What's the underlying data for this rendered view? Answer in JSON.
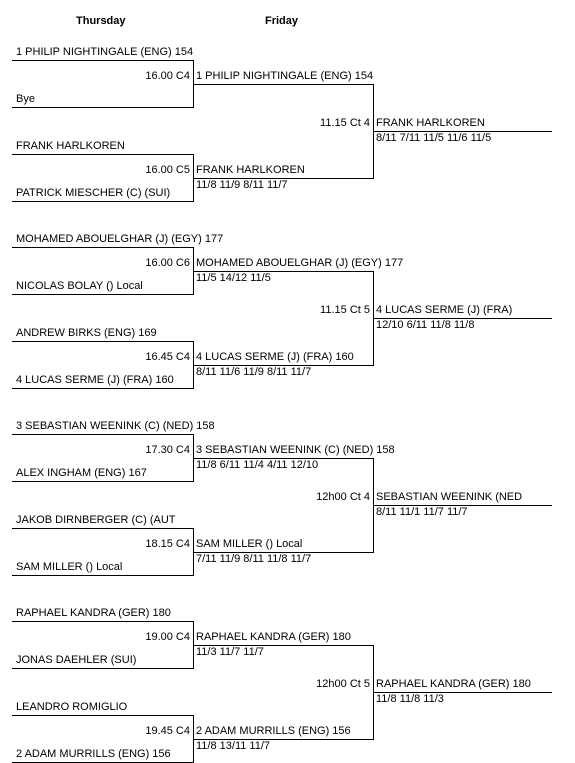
{
  "headers": {
    "day1": "Thursday",
    "day2": "Friday"
  },
  "round1": [
    {
      "top": "1 PHILIP NIGHTINGALE (ENG) 154",
      "bottom": "Bye",
      "time": "16.00 C4",
      "winner": "1 PHILIP NIGHTINGALE (ENG) 154",
      "score": ""
    },
    {
      "top": "FRANK HARLKOREN",
      "bottom": "PATRICK MIESCHER (C) (SUI)",
      "time": "16.00 C5",
      "winner": "FRANK HARLKOREN",
      "score": "11/8 11/9 8/11 11/7"
    },
    {
      "top": "MOHAMED ABOUELGHAR (J) (EGY) 177",
      "bottom": "NICOLAS BOLAY () Local",
      "time": "16.00 C6",
      "winner": "MOHAMED ABOUELGHAR (J) (EGY) 177",
      "score": "11/5 14/12 11/5"
    },
    {
      "top": "ANDREW BIRKS (ENG) 169",
      "bottom": "4 LUCAS SERME (J) (FRA) 160",
      "time": "16.45 C4",
      "winner": "4 LUCAS SERME (J) (FRA) 160",
      "score": "8/11 11/6 11/9 8/11 11/7"
    },
    {
      "top": "3 SEBASTIAN WEENINK (C) (NED) 158",
      "bottom": "ALEX INGHAM (ENG) 167",
      "time": "17.30 C4",
      "winner": "3 SEBASTIAN WEENINK (C) (NED) 158",
      "score": "11/8 6/11 11/4 4/11 12/10"
    },
    {
      "top": "JAKOB DIRNBERGER (C) (AUT",
      "bottom": "SAM MILLER () Local",
      "time": "18.15 C4",
      "winner": "SAM MILLER () Local",
      "score": "7/11 11/9 8/11 11/8 11/7"
    },
    {
      "top": "RAPHAEL KANDRA (GER) 180",
      "bottom": "JONAS DAEHLER (SUI)",
      "time": "19.00 C4",
      "winner": "RAPHAEL KANDRA (GER) 180",
      "score": "11/3 11/7 11/7"
    },
    {
      "top": "LEANDRO ROMIGLIO",
      "bottom": "2 ADAM MURRILLS (ENG) 156",
      "time": "19.45 C4",
      "winner": "2 ADAM MURRILLS (ENG) 156",
      "score": "11/8 13/11 11/7"
    }
  ],
  "round2": [
    {
      "time": "11.15 Ct 4",
      "winner": "FRANK HARLKOREN",
      "score": "8/11 7/11 11/5 11/6 11/5"
    },
    {
      "time": "11.15 Ct 5",
      "winner": "4 LUCAS SERME (J) (FRA)",
      "score": "12/10 6/11 11/8 11/8"
    },
    {
      "time": "12h00 Ct 4",
      "winner": "SEBASTIAN WEENINK (NED",
      "score": "8/11 11/1 11/7 11/7"
    },
    {
      "time": "12h00 Ct 5",
      "winner": "RAPHAEL KANDRA (GER) 180",
      "score": "11/8 11/8 11/3"
    }
  ]
}
